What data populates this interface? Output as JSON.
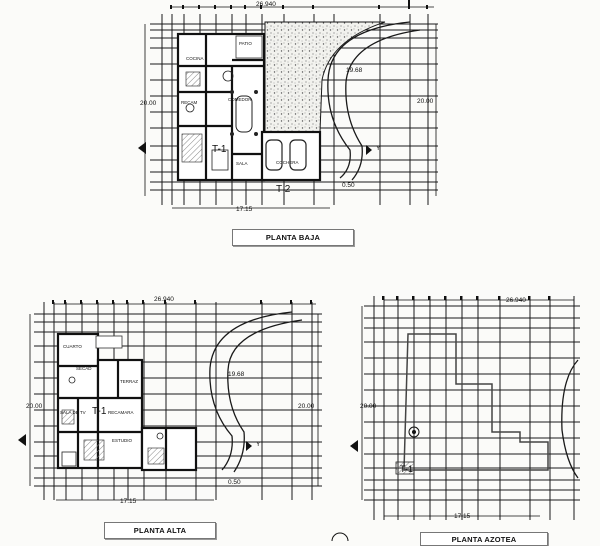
{
  "plans": [
    {
      "id": "baja",
      "title": "PLANTA BAJA",
      "dims": {
        "top": "26.940",
        "left": "20.00",
        "right": "20.00",
        "bottom": "17.15",
        "bottom_right": "0.50",
        "curve": "19.68"
      },
      "rooms": [
        "PATIO",
        "COCINA",
        "RECAM",
        "COMEDOR",
        "SALA",
        "COCHERA"
      ],
      "tags": [
        "T-1",
        "T 2"
      ],
      "axis": "Y"
    },
    {
      "id": "alta",
      "title": "PLANTA ALTA",
      "dims": {
        "top": "26.940",
        "left": "20.00",
        "right": "20.00",
        "bottom": "17.15",
        "bottom_right": "0.50",
        "curve": "19.68"
      },
      "rooms": [
        "CUARTO",
        "SECAD",
        "TERRAZ",
        "SALA DE TV",
        "RECAMARA",
        "ESTUDIO"
      ],
      "tags": [
        "T-1"
      ],
      "axis": "Y"
    },
    {
      "id": "azotea",
      "title": "PLANTA AZOTEA",
      "dims": {
        "top": "26.940",
        "left": "20.00",
        "bottom": "17.15"
      },
      "tags": [
        "T-1"
      ]
    }
  ],
  "colors": {
    "ink": "#1a1a1a",
    "paper": "#fbfbf9",
    "hatch": "#666666"
  }
}
